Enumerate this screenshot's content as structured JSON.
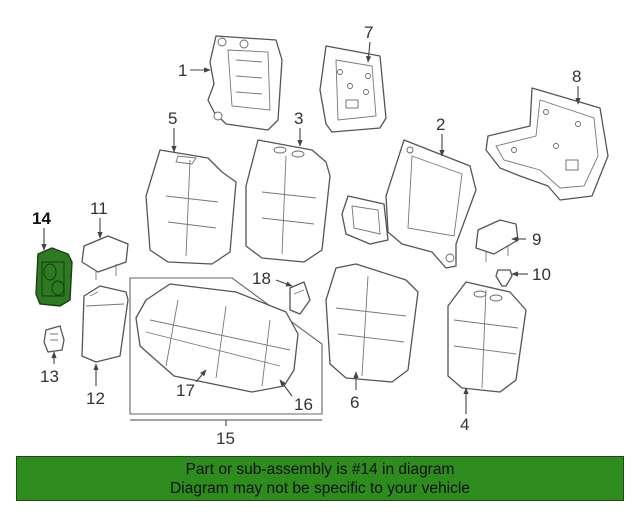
{
  "colors": {
    "banner_bg": "#2e8b1e",
    "highlight_fill": "#2d7a22",
    "line": "#555555"
  },
  "callouts": {
    "c1": "1",
    "c2": "2",
    "c3": "3",
    "c4": "4",
    "c5": "5",
    "c6": "6",
    "c7": "7",
    "c8": "8",
    "c9": "9",
    "c10": "10",
    "c11": "11",
    "c12": "12",
    "c13": "13",
    "c14": "14",
    "c15": "15",
    "c16": "16",
    "c17": "17",
    "c18": "18"
  },
  "highlighted_part": "14",
  "banner": {
    "line1": "Part or sub-assembly is #14 in diagram",
    "line2": "Diagram may not be specific to your vehicle"
  }
}
